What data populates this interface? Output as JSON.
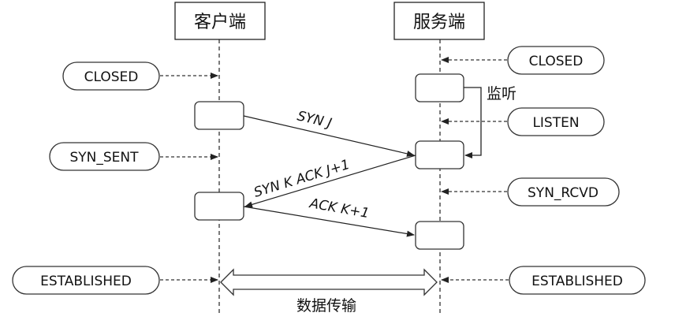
{
  "title": "TCP three-way handshake",
  "lanes": {
    "client": "客户端",
    "server": "服务端"
  },
  "client_states": [
    "CLOSED",
    "SYN_SENT",
    "ESTABLISHED"
  ],
  "server_states": [
    "CLOSED",
    "LISTEN",
    "SYN_RCVD",
    "ESTABLISHED"
  ],
  "listen_label": "监听",
  "messages": [
    {
      "label": "SYN J",
      "from": "client",
      "to": "server"
    },
    {
      "label": "SYN K ACK J+1",
      "from": "server",
      "to": "client"
    },
    {
      "label": "ACK K+1",
      "from": "client",
      "to": "server"
    }
  ],
  "data_transfer_label": "数据传输",
  "colors": {
    "line": "#222222",
    "background": "#ffffff"
  }
}
